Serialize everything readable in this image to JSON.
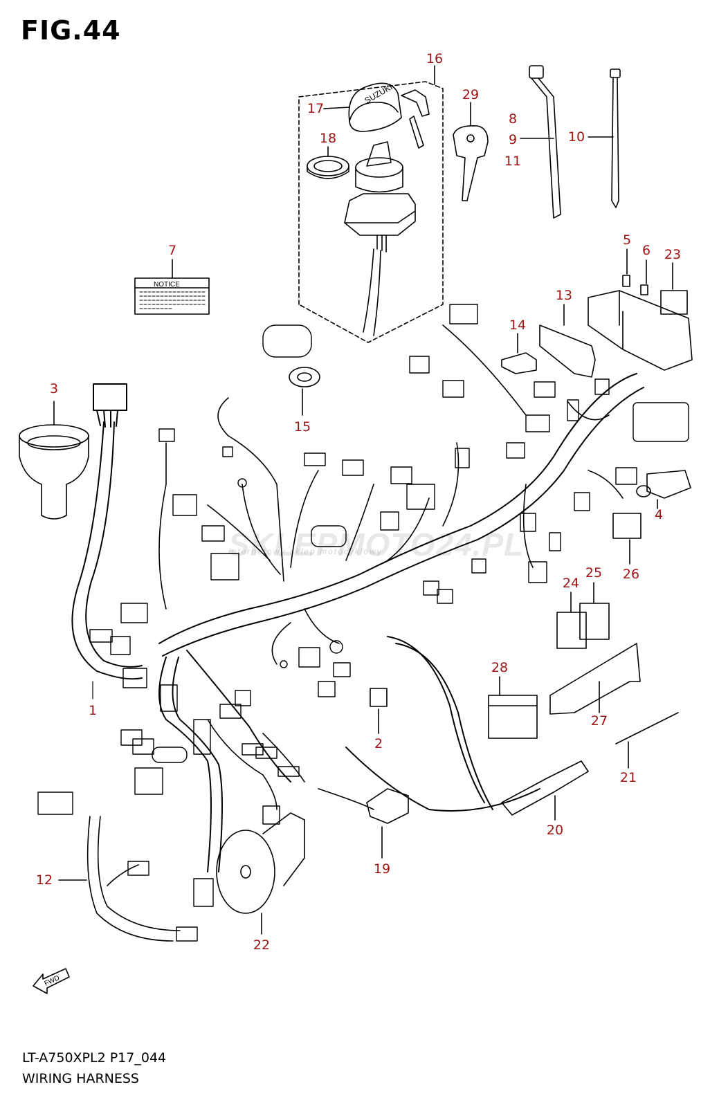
{
  "figure": {
    "title": "FIG.44"
  },
  "footer": {
    "model": "LT-A750XPL2 P17_044",
    "section": "WIRING HARNESS"
  },
  "notice_label": {
    "heading": "NOTICE"
  },
  "ignition_cap": {
    "brand": "SUZUKI"
  },
  "fwd_arrow": {
    "label": "FWD"
  },
  "watermark": {
    "text": "SKLEPMOTO24.PL",
    "subtext": "internetowy sklep motocyklowy"
  },
  "colors": {
    "line": "#000000",
    "callout": "#a01515"
  },
  "callouts": [
    {
      "id": "c1",
      "label": "1"
    },
    {
      "id": "c2",
      "label": "2"
    },
    {
      "id": "c3",
      "label": "3"
    },
    {
      "id": "c4",
      "label": "4"
    },
    {
      "id": "c5",
      "label": "5"
    },
    {
      "id": "c6",
      "label": "6"
    },
    {
      "id": "c7",
      "label": "7"
    },
    {
      "id": "c8",
      "label": "8"
    },
    {
      "id": "c9",
      "label": "9"
    },
    {
      "id": "c10",
      "label": "10"
    },
    {
      "id": "c11",
      "label": "11"
    },
    {
      "id": "c12",
      "label": "12"
    },
    {
      "id": "c13",
      "label": "13"
    },
    {
      "id": "c14",
      "label": "14"
    },
    {
      "id": "c15",
      "label": "15"
    },
    {
      "id": "c16",
      "label": "16"
    },
    {
      "id": "c17",
      "label": "17"
    },
    {
      "id": "c18",
      "label": "18"
    },
    {
      "id": "c19",
      "label": "19"
    },
    {
      "id": "c20",
      "label": "20"
    },
    {
      "id": "c21",
      "label": "21"
    },
    {
      "id": "c22",
      "label": "22"
    },
    {
      "id": "c23",
      "label": "23"
    },
    {
      "id": "c24",
      "label": "24"
    },
    {
      "id": "c25",
      "label": "25"
    },
    {
      "id": "c26",
      "label": "26"
    },
    {
      "id": "c27",
      "label": "27"
    },
    {
      "id": "c28",
      "label": "28"
    },
    {
      "id": "c29",
      "label": "29"
    }
  ]
}
